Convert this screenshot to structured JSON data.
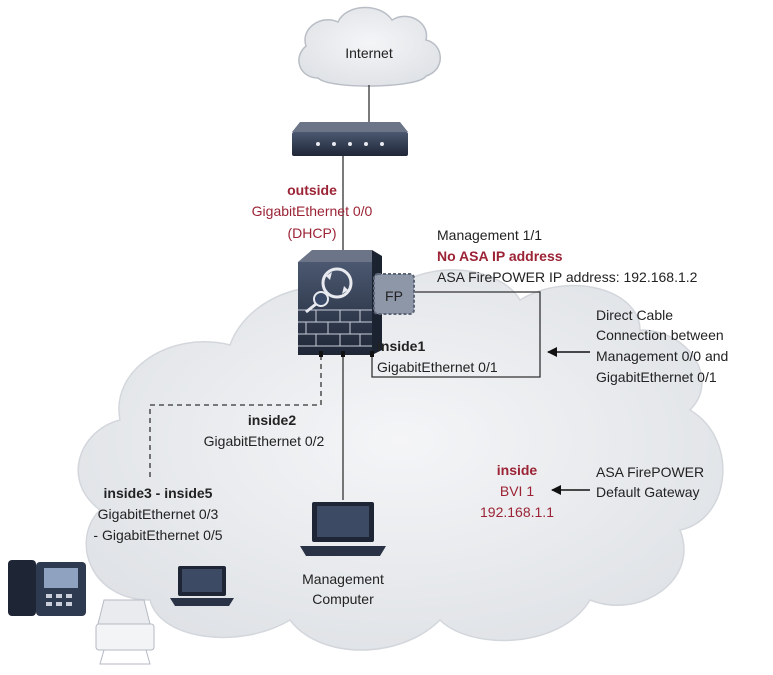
{
  "cloud_top": {
    "label": "Internet"
  },
  "outside": {
    "name": "outside",
    "iface": "GigabitEthernet 0/0",
    "mode": "(DHCP)"
  },
  "management": {
    "port": "Management 1/1",
    "no_ip": "No ASA IP address",
    "fp_ip": "ASA FirePOWER IP address: 192.168.1.2"
  },
  "fp_badge": "FP",
  "direct_cable": {
    "line1": "Direct Cable",
    "line2": "Connection between",
    "line3": "Management 0/0 and",
    "line4": "GigabitEthernet 0/1"
  },
  "inside1": {
    "name": "inside1",
    "iface": "GigabitEthernet 0/1"
  },
  "inside2": {
    "name": "inside2",
    "iface": "GigabitEthernet 0/2"
  },
  "inside35": {
    "name": "inside3 - inside5",
    "iface1": "GigabitEthernet 0/3",
    "iface2": "- GigabitEthernet 0/5"
  },
  "bvi": {
    "name": "inside",
    "iface": "BVI 1",
    "ip": "192.168.1.1"
  },
  "gateway": {
    "line1": "ASA FirePOWER",
    "line2": "Default Gateway"
  },
  "mgmt_computer": {
    "line1": "Management",
    "line2": "Computer"
  },
  "colors": {
    "accent_red": "#9b2335",
    "cloud": "#e9ebee",
    "device": "#2e3a4f"
  }
}
